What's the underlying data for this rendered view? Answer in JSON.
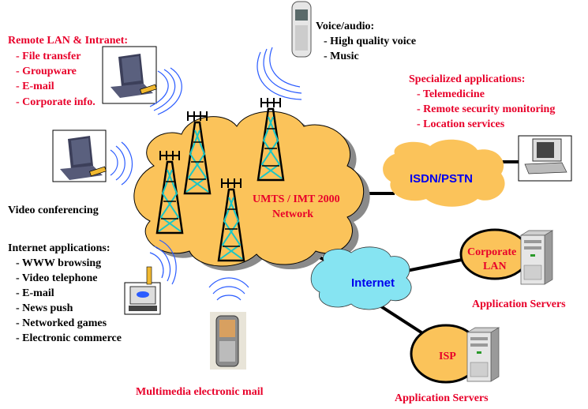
{
  "voice": {
    "title": "Voice/audio:",
    "items": [
      "- High quality voice",
      "- Music"
    ]
  },
  "remote_lan": {
    "title": "Remote LAN & Intranet:",
    "items": [
      "- File transfer",
      "- Groupware",
      "- E-mail",
      "- Corporate info."
    ]
  },
  "specialized": {
    "title": "Specialized applications:",
    "items": [
      "- Telemedicine",
      "- Remote security monitoring",
      "- Location services"
    ]
  },
  "video": {
    "label": "Video conferencing"
  },
  "internet_apps": {
    "title": "Internet applications:",
    "items": [
      "- WWW browsing",
      "- Video telephone",
      "- E-mail",
      "- News push",
      "- Networked games",
      "- Electronic commerce"
    ]
  },
  "network": {
    "line1": "UMTS / IMT 2000",
    "line2": "Network"
  },
  "isdn": {
    "label": "ISDN/PSTN"
  },
  "internet": {
    "label": "Internet"
  },
  "corporate": {
    "line1": "Corporate",
    "line2": "LAN",
    "servers": "Application Servers"
  },
  "isp": {
    "label": "ISP",
    "servers": "Application Servers"
  },
  "mms": {
    "label": "Multimedia electronic mail"
  },
  "colors": {
    "red_text": "#e8002a",
    "cloud": "#fbc35a",
    "internet_cloud": "#86e4f2",
    "blue_text": "#0000ee",
    "waves": "#2a5bff"
  }
}
